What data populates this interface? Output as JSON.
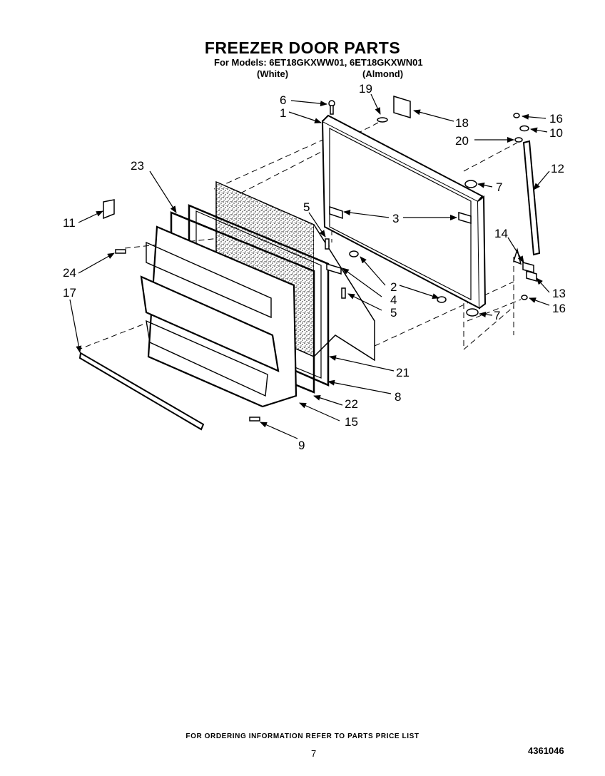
{
  "header": {
    "title": "FREEZER DOOR PARTS",
    "models": "For Models: 6ET18GKXWW01, 6ET18GKXWN01",
    "variant_white": "(White)",
    "variant_almond": "(Almond)"
  },
  "callouts": {
    "c1": "1",
    "c2": "2",
    "c3": "3",
    "c4": "4",
    "c5a": "5",
    "c5b": "5",
    "c6": "6",
    "c7a": "7",
    "c7b": "7",
    "c8": "8",
    "c9": "9",
    "c10": "10",
    "c11": "11",
    "c12": "12",
    "c13": "13",
    "c14": "14",
    "c15": "15",
    "c16a": "16",
    "c16b": "16",
    "c17": "17",
    "c18": "18",
    "c19": "19",
    "c20": "20",
    "c21": "21",
    "c22": "22",
    "c23": "23",
    "c24": "24"
  },
  "footer": {
    "ordering_note": "FOR ORDERING INFORMATION REFER TO PARTS PRICE LIST",
    "page_number": "7",
    "document_number": "4361046"
  }
}
